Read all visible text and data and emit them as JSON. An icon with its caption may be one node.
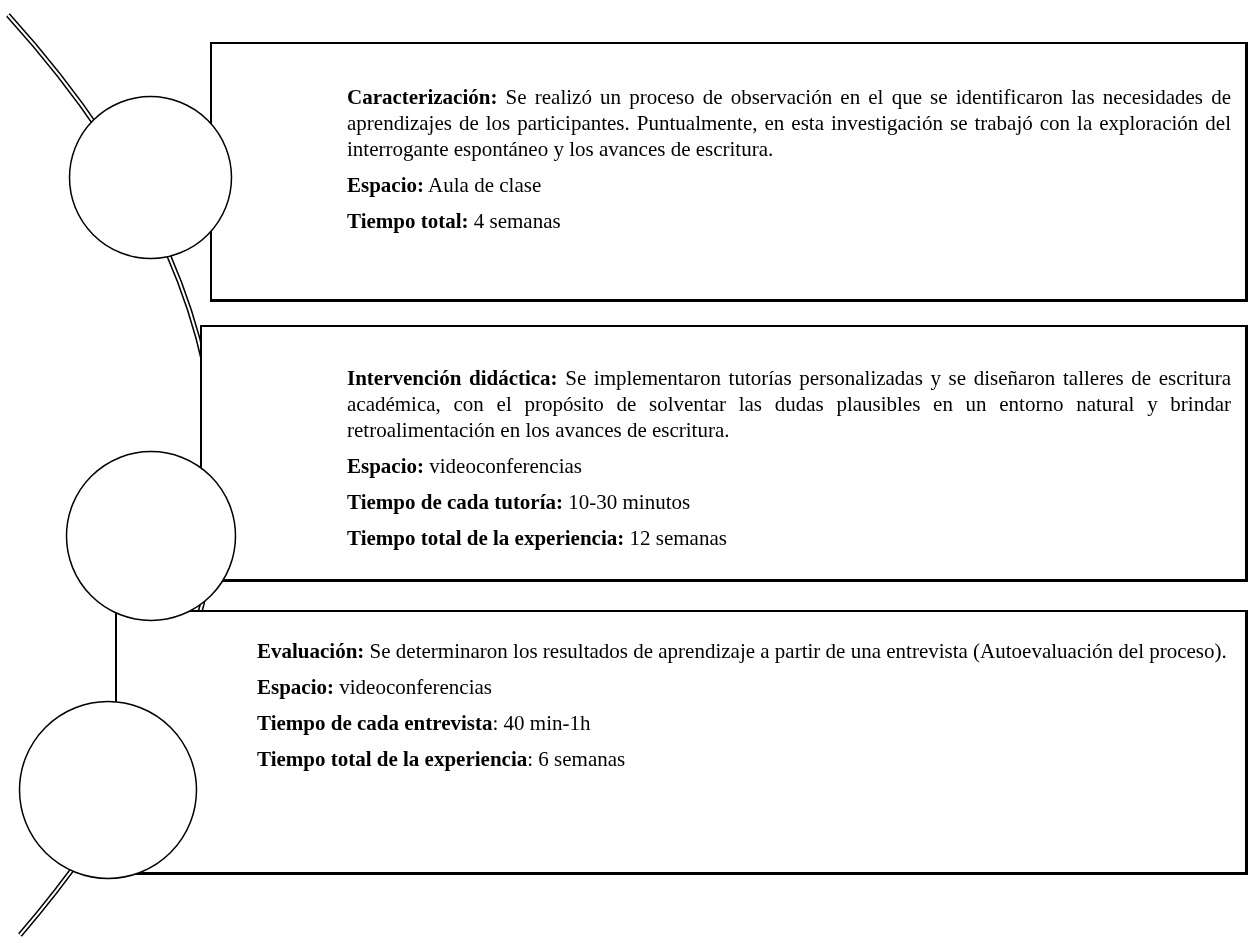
{
  "diagram": {
    "nodes": [
      {
        "text": [],
        "shape": "circle"
      },
      {
        "text": [
          "**Caracterización:** Se realizó un proceso de observación en el que se identificaron las necesidades de aprendizajes de los participantes. Puntualmente, en esta investigación se trabajó con la exploración del interrogante espontáneo y los avances de escritura.",
          "**Espacio:** Aula de clase",
          "**Tiempo total:** 4 semanas"
        ]
      },
      {
        "text": [],
        "shape": "circle"
      },
      {
        "text": [
          "**Intervención didáctica:** Se implementaron tutorías personalizadas y se diseñaron talleres de escritura académica, con el propósito de solventar las dudas plausibles en un entorno natural y brindar retroalimentación en los avances de escritura.",
          "**Espacio:** videoconferencias",
          "**Tiempo de cada tutoría:** 10-30 minutos",
          "**Tiempo total de la experiencia:** 12 semanas"
        ]
      },
      {
        "text": [],
        "shape": "circle"
      },
      {
        "text": [
          "**Evaluación:** Se determinaron los resultados de aprendizaje a partir de una entrevista (Autoevaluación del proceso).",
          "**Espacio:** videoconferencias",
          "**Tiempo de cada entrevista**: 40 min-1h",
          "**Tiempo total de la experiencia**: 6 semanas"
        ]
      }
    ],
    "edges": []
  }
}
